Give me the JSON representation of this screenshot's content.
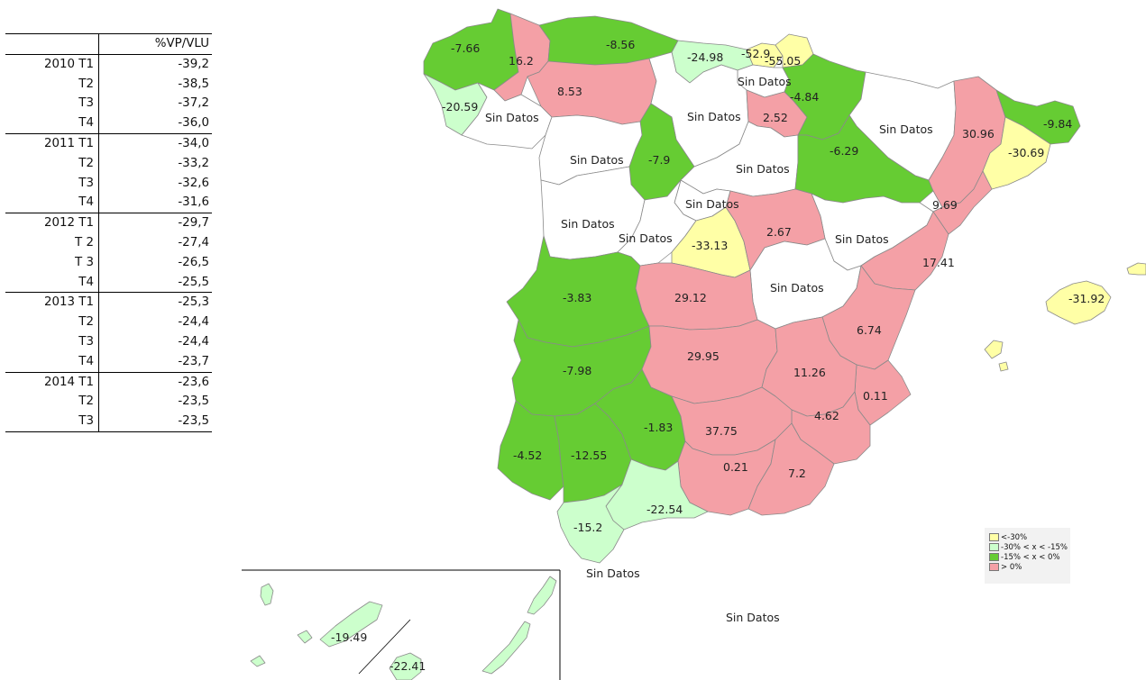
{
  "table": {
    "header": "%VP/VLU",
    "rows": [
      {
        "period": "2010  T1",
        "value": "-39,2",
        "year_start": true
      },
      {
        "period": "T2",
        "value": "-38,5"
      },
      {
        "period": "T3",
        "value": "-37,2"
      },
      {
        "period": "T4",
        "value": "-36,0"
      },
      {
        "period": "2011 T1",
        "value": "-34,0",
        "year_start": true
      },
      {
        "period": "T2",
        "value": "-33,2"
      },
      {
        "period": "T3",
        "value": "-32,6"
      },
      {
        "period": "T4",
        "value": "-31,6"
      },
      {
        "period": "2012 T1",
        "value": "-29,7",
        "year_start": true
      },
      {
        "period": "T 2",
        "value": "-27,4"
      },
      {
        "period": "T 3",
        "value": "-26,5"
      },
      {
        "period": "T4",
        "value": "-25,5"
      },
      {
        "period": "2013 T1",
        "value": "-25,3",
        "year_start": true
      },
      {
        "period": "T2",
        "value": "-24,4"
      },
      {
        "period": "T3",
        "value": "-24,4"
      },
      {
        "period": "T4",
        "value": "-23,7"
      },
      {
        "period": "2014 T1",
        "value": "-23,6",
        "year_start": true
      },
      {
        "period": "T2",
        "value": "-23,5"
      },
      {
        "period": "T3",
        "value": "-23,5"
      }
    ]
  },
  "colors": {
    "lt_-30": "#ffffa6",
    "-30_-15": "#ccffcc",
    "-15_0": "#66cc33",
    "gt_0": "#f4a0a6",
    "no_data": "#ffffff"
  },
  "map_labels": [
    {
      "id": "coruna",
      "text": "-7.66"
    },
    {
      "id": "lugo",
      "text": "16.2"
    },
    {
      "id": "asturias",
      "text": "-8.56"
    },
    {
      "id": "cantabria",
      "text": "-24.98"
    },
    {
      "id": "bizkaia",
      "text": "-52.9"
    },
    {
      "id": "gipuzkoa",
      "text": "-55.05"
    },
    {
      "id": "alava",
      "text": "Sin Datos"
    },
    {
      "id": "navarra",
      "text": "-4.84"
    },
    {
      "id": "pontevedra",
      "text": "-20.59"
    },
    {
      "id": "ourense",
      "text": "Sin Datos"
    },
    {
      "id": "leon",
      "text": "8.53"
    },
    {
      "id": "burgos",
      "text": "Sin Datos"
    },
    {
      "id": "larioja",
      "text": "2.52"
    },
    {
      "id": "huesca",
      "text": "Sin Datos"
    },
    {
      "id": "lleida",
      "text": "30.96"
    },
    {
      "id": "girona",
      "text": "-9.84"
    },
    {
      "id": "barcelona",
      "text": "-30.69"
    },
    {
      "id": "zamora",
      "text": "Sin Datos"
    },
    {
      "id": "palencia",
      "text": "-7.9"
    },
    {
      "id": "soria",
      "text": "Sin Datos"
    },
    {
      "id": "zaragoza",
      "text": "-6.29"
    },
    {
      "id": "tarragona",
      "text": "9.69"
    },
    {
      "id": "salamanca",
      "text": "Sin Datos"
    },
    {
      "id": "segovia",
      "text": "Sin Datos"
    },
    {
      "id": "avila",
      "text": "Sin Datos"
    },
    {
      "id": "madrid",
      "text": "-33.13"
    },
    {
      "id": "guadalajara",
      "text": "2.67"
    },
    {
      "id": "teruel",
      "text": "Sin Datos"
    },
    {
      "id": "castellon",
      "text": "17.41"
    },
    {
      "id": "cuenca",
      "text": "Sin Datos"
    },
    {
      "id": "caceres",
      "text": "-3.83"
    },
    {
      "id": "toledo",
      "text": "29.12"
    },
    {
      "id": "valencia",
      "text": "6.74"
    },
    {
      "id": "badajoz",
      "text": "-7.98"
    },
    {
      "id": "ciudadreal",
      "text": "29.95"
    },
    {
      "id": "albacete",
      "text": "11.26"
    },
    {
      "id": "alicante",
      "text": "0.11"
    },
    {
      "id": "murcia",
      "text": "4.62"
    },
    {
      "id": "cordoba",
      "text": "-1.83"
    },
    {
      "id": "jaen",
      "text": "37.75"
    },
    {
      "id": "huelva",
      "text": "-4.52"
    },
    {
      "id": "sevilla",
      "text": "-12.55"
    },
    {
      "id": "granada",
      "text": "0.21"
    },
    {
      "id": "almeria",
      "text": "7.2"
    },
    {
      "id": "malaga",
      "text": "-22.54"
    },
    {
      "id": "cadiz",
      "text": "-15.2"
    },
    {
      "id": "baleares",
      "text": "-31.92"
    },
    {
      "id": "ceuta",
      "text": "Sin Datos"
    },
    {
      "id": "melilla",
      "text": "Sin Datos"
    },
    {
      "id": "tenerife",
      "text": "-19.49"
    },
    {
      "id": "laspalmas",
      "text": "-22.41"
    }
  ],
  "legend": [
    {
      "label": "<-30%",
      "color": "#ffffa6"
    },
    {
      "label": "-30% < x < -15%",
      "color": "#ccffcc"
    },
    {
      "label": "-15% < x < 0%",
      "color": "#66cc33"
    },
    {
      "label": "> 0%",
      "color": "#f4a0a6"
    }
  ]
}
